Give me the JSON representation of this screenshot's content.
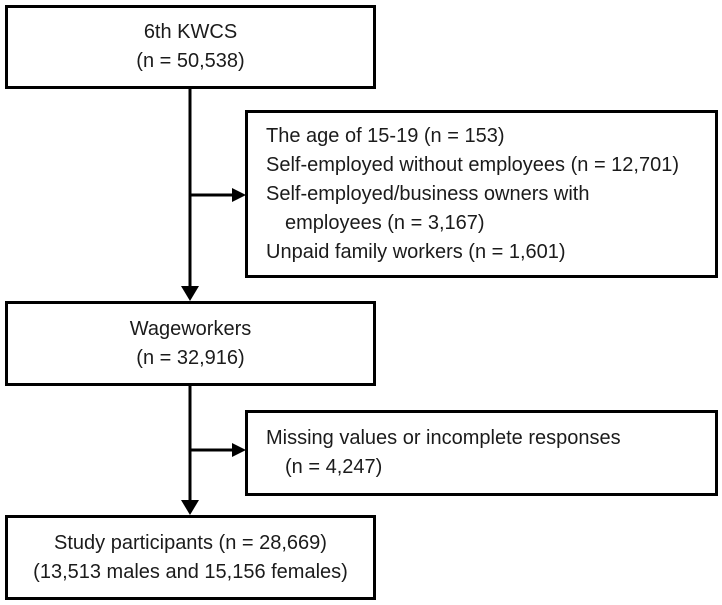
{
  "colors": {
    "box_border": "#000000",
    "arrow": "#000000",
    "text": "#1b1b1b",
    "background": "#ffffff"
  },
  "flowchart": {
    "kwcs_box": {
      "lines": [
        "6th KWCS",
        "(n = 50,538)"
      ]
    },
    "exclusion_box_1": {
      "lines": [
        "The age of 15-19 (n = 153)",
        "Self-employed without employees (n = 12,701)",
        "Self-employed/business owners with",
        "employees (n = 3,167)",
        "Unpaid family workers (n = 1,601)"
      ]
    },
    "wageworkers_box": {
      "lines": [
        "Wageworkers",
        "(n = 32,916)"
      ]
    },
    "exclusion_box_2": {
      "lines": [
        "Missing values or incomplete responses",
        "(n = 4,247)"
      ]
    },
    "participants_box": {
      "lines": [
        "Study participants (n = 28,669)",
        "(13,513 males and 15,156 females)"
      ]
    }
  }
}
